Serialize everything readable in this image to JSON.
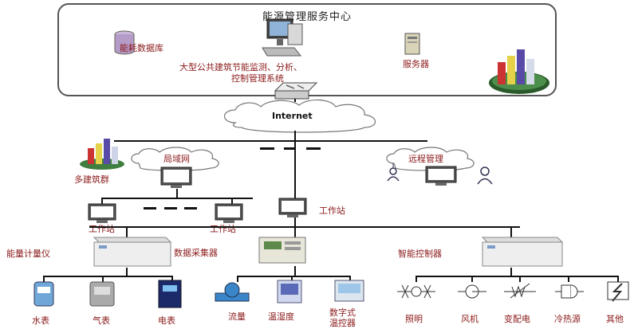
{
  "center": {
    "title": "能源管理服务中心"
  },
  "top": {
    "database_label": "能耗数据库",
    "system_label_line1": "大型公共建筑节能监测、分析、",
    "system_label_line2": "控制管理系统",
    "server_label": "服务器"
  },
  "network": {
    "internet_label": "Internet",
    "lan_label": "局域网",
    "remote_label": "远程管理"
  },
  "buildings": {
    "multi_building_label": "多建筑群"
  },
  "workstations": {
    "ws_left": "工作站",
    "ws_right": "工作站",
    "ws_center": "工作站"
  },
  "groups": {
    "meters_label": "能量计量仪",
    "collector_label": "数据采集器",
    "controller_label": "智能控制器"
  },
  "devices": {
    "water": "水表",
    "gas": "气表",
    "electric": "电表",
    "flow": "流量",
    "temperature": "温湿度",
    "digital_line1": "数字式",
    "digital_line2": "温控器",
    "lighting": "照明",
    "fan": "风机",
    "transformer": "变配电",
    "cold_heat": "冷热源",
    "other": "其他"
  }
}
